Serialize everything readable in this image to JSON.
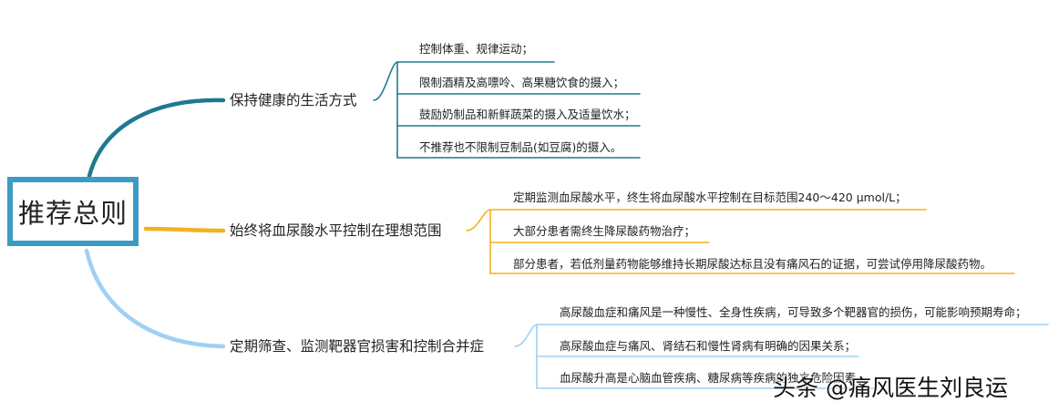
{
  "root": {
    "label": "推荐总则"
  },
  "branches": [
    {
      "label": "保持健康的生活方式",
      "color": "#1e7990",
      "items": [
        "控制体重、规律运动；",
        "限制酒精及高嘌呤、高果糖饮食的摄入；",
        "鼓励奶制品和新鲜蔬菜的摄入及适量饮水；",
        "不推荐也不限制豆制品(如豆腐)的摄入。"
      ]
    },
    {
      "label": "始终将血尿酸水平控制在理想范围",
      "color": "#f2b21e",
      "items": [
        "定期监测血尿酸水平，终生将血尿酸水平控制在目标范围240～420 μmol/L；",
        "大部分患者需终生降尿酸药物治疗；",
        "部分患者，若低剂量药物能够维持长期尿酸达标且没有痛风石的证据，可尝试停用降尿酸药物。"
      ]
    },
    {
      "label": "定期筛查、监测靶器官损害和控制合并症",
      "color": "#9fd0f3",
      "items": [
        "高尿酸血症和痛风是一种慢性、全身性疾病，可导致多个靶器官的损伤，可能影响预期寿命；",
        "高尿酸血症与痛风、肾结石和慢性肾病有明确的因果关系；",
        "血尿酸升高是心脑血管疾病、糖尿病等疾病的独立危险因素"
      ]
    }
  ],
  "watermark": "头条 @痛风医生刘良运"
}
